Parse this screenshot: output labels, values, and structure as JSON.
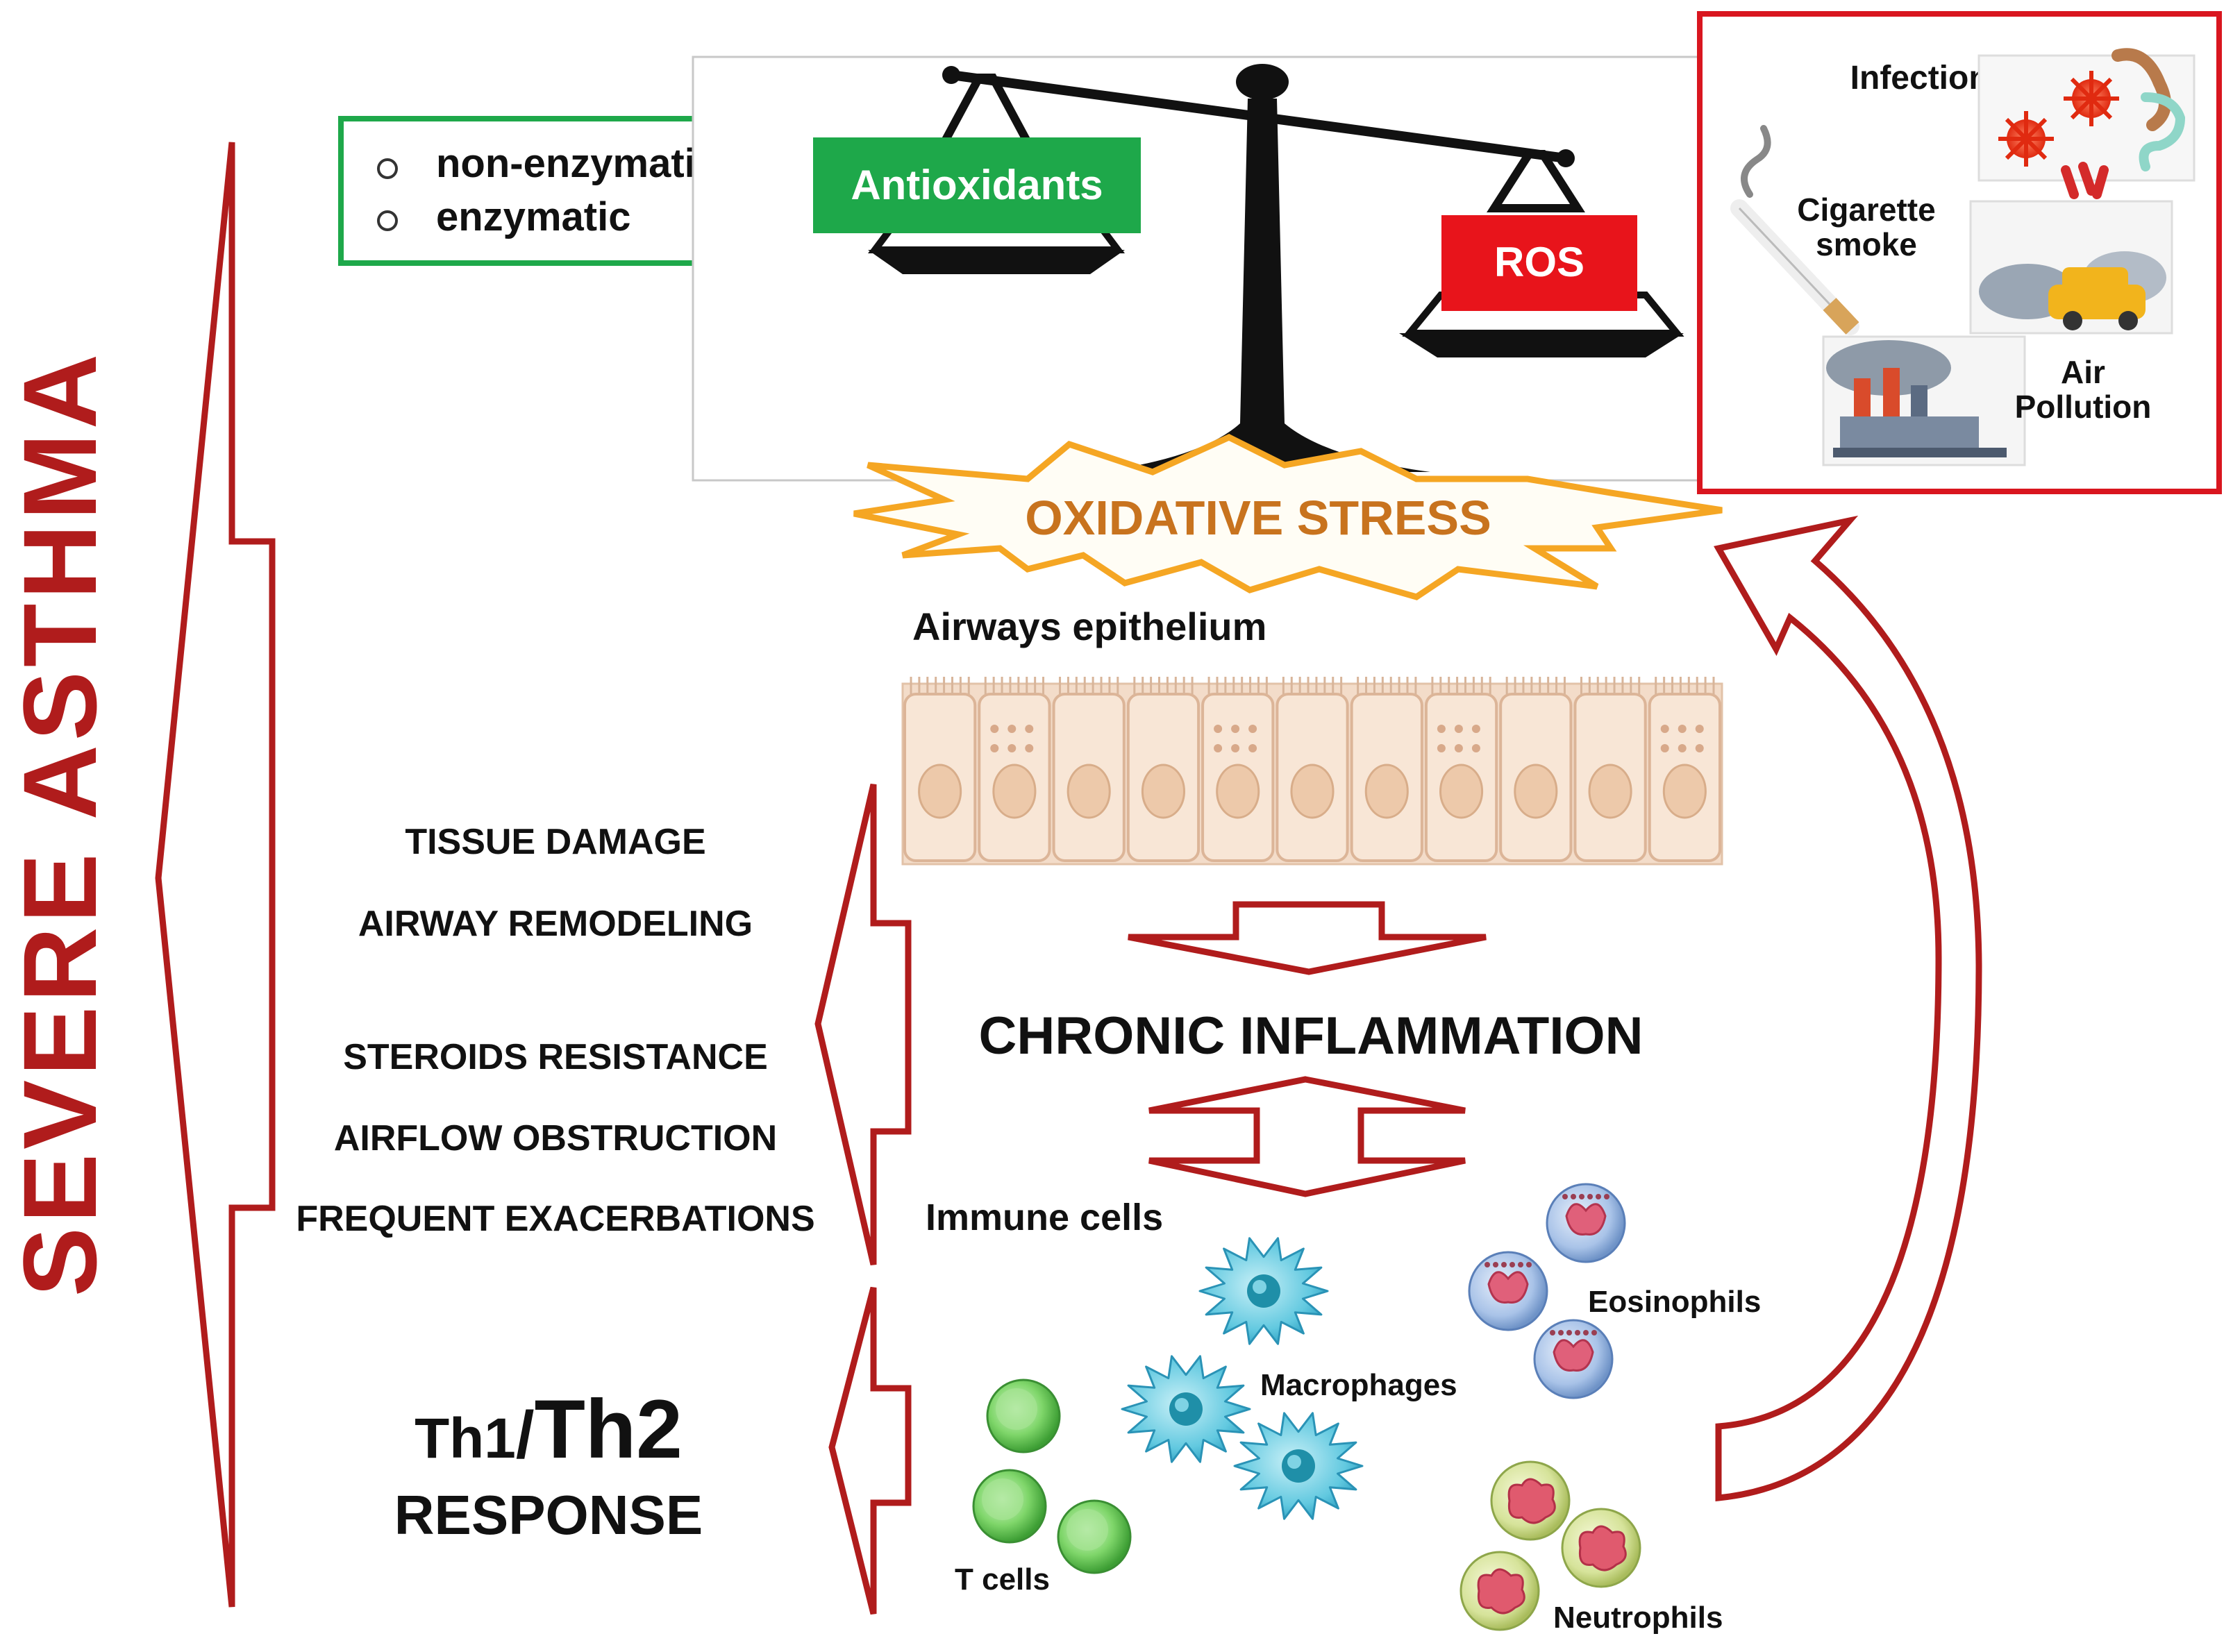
{
  "side_title": "SEVERE ASTHMA",
  "antioxidant_types": [
    "non-enzymatic",
    "enzymatic"
  ],
  "scale": {
    "left_label": "Antioxidants",
    "right_label": "ROS",
    "left_color": "#1ea84a",
    "right_color": "#e8141b"
  },
  "burst_label": "OXIDATIVE STRESS",
  "sources": {
    "infections": "Infections",
    "cigarette_line1": "Cigarette",
    "cigarette_line2": "smoke",
    "air_line1": "Air",
    "air_line2": "Pollution"
  },
  "epithelium_label": "Airways epithelium",
  "center_label": "CHRONIC INFLAMMATION",
  "consequences": [
    "TISSUE DAMAGE",
    "AIRWAY REMODELING",
    "STEROIDS RESISTANCE",
    "AIRFLOW OBSTRUCTION",
    "FREQUENT EXACERBATIONS"
  ],
  "response": {
    "th1": "Th1",
    "slash": "/",
    "th2": "Th2",
    "line2": "RESPONSE"
  },
  "immune_label": "Immune cells",
  "cells": {
    "eosinophils": "Eosinophils",
    "macrophages": "Macrophages",
    "t_cells": "T cells",
    "neutrophils": "Neutrophils"
  },
  "colors": {
    "arrow_red": "#b01c1c",
    "title_red": "#b01c1c",
    "box_green": "#1ea84a",
    "box_red": "#e8141b",
    "burst_orange": "#f5a623",
    "burst_text": "#c8731e"
  }
}
